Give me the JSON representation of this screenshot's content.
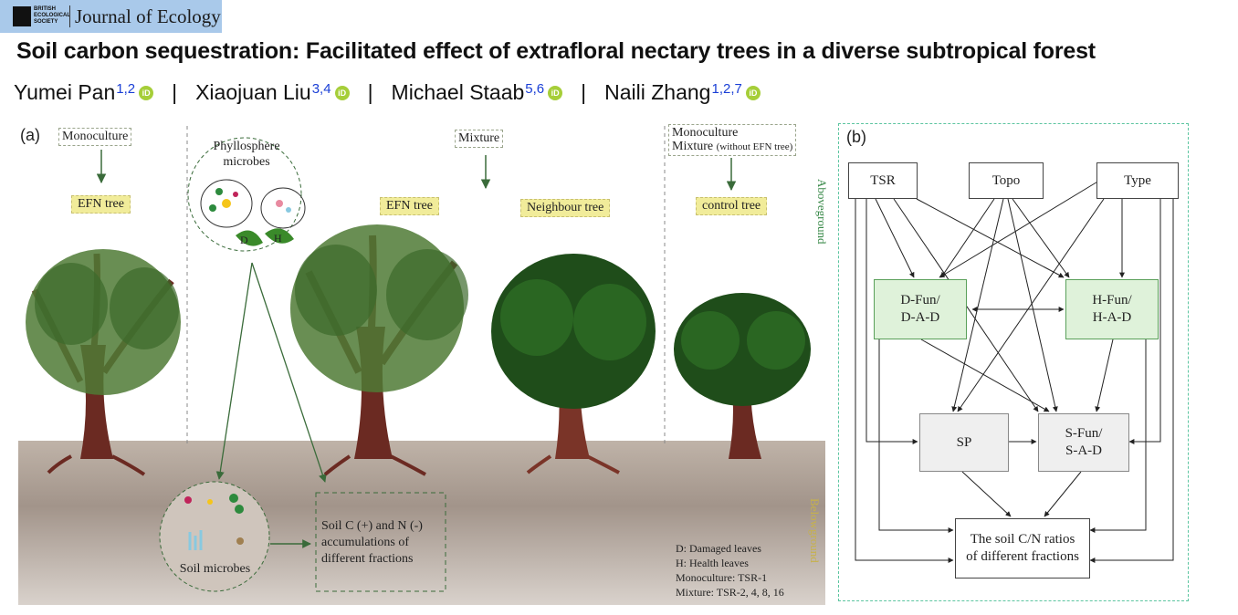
{
  "journal": {
    "society": "BRITISH ECOLOGICAL SOCIETY",
    "society_lines": [
      "BRITISH",
      "ECOLOGICAL",
      "SOCIETY"
    ],
    "name": "Journal of Ecology"
  },
  "title": "Soil carbon sequestration: Facilitated effect of extrafloral nectary trees in a diverse subtropical forest",
  "authors": [
    {
      "name": "Yumei Pan",
      "aff": "1,2"
    },
    {
      "name": "Xiaojuan Liu",
      "aff": "3,4"
    },
    {
      "name": "Michael Staab",
      "aff": "5,6"
    },
    {
      "name": "Naili Zhang",
      "aff": "1,2,7"
    }
  ],
  "orcid_icon": "iD",
  "separator": "|",
  "panel_a": {
    "label": "(a)",
    "monoculture": "Monoculture",
    "efn_tree_1": "EFN tree",
    "phyllosphere": "Phyllosphere microbes",
    "leaf_d": "D",
    "leaf_h": "H",
    "mixture": "Mixture",
    "efn_tree_2": "EFN tree",
    "neighbour_tree": "Neighbour tree",
    "monoculture_2": "Monoculture",
    "mixture_without": "Mixture",
    "without_efn": "(without EFN tree)",
    "control_tree": "control tree",
    "aboveground": "Aboveground",
    "belowground": "Belowground",
    "soil_microbes": "Soil microbes",
    "soil_cn": "Soil C (+) and N (-) accumulations of different fractions",
    "legend": [
      "D: Damaged leaves",
      "H: Health leaves",
      "Monoculture: TSR-1",
      "Mixture: TSR-2, 4, 8, 16"
    ]
  },
  "panel_b": {
    "label": "(b)",
    "tsr": "TSR",
    "topo": "Topo",
    "type": "Type",
    "dfun_1": "D-Fun/",
    "dfun_2": "D-A-D",
    "hfun_1": "H-Fun/",
    "hfun_2": "H-A-D",
    "sp": "SP",
    "sfun_1": "S-Fun/",
    "sfun_2": "S-A-D",
    "cn_1": "The soil C/N ratios",
    "cn_2": "of different fractions"
  },
  "colors": {
    "banner": "#a9c9ea",
    "author_sup": "#1a3fd6",
    "orcid": "#a6ce39",
    "yellow_tag": "#f1ec9a",
    "soil": "#8a7a6c",
    "green_box": "#dff2da",
    "arrow_green": "#3a6b3a"
  }
}
